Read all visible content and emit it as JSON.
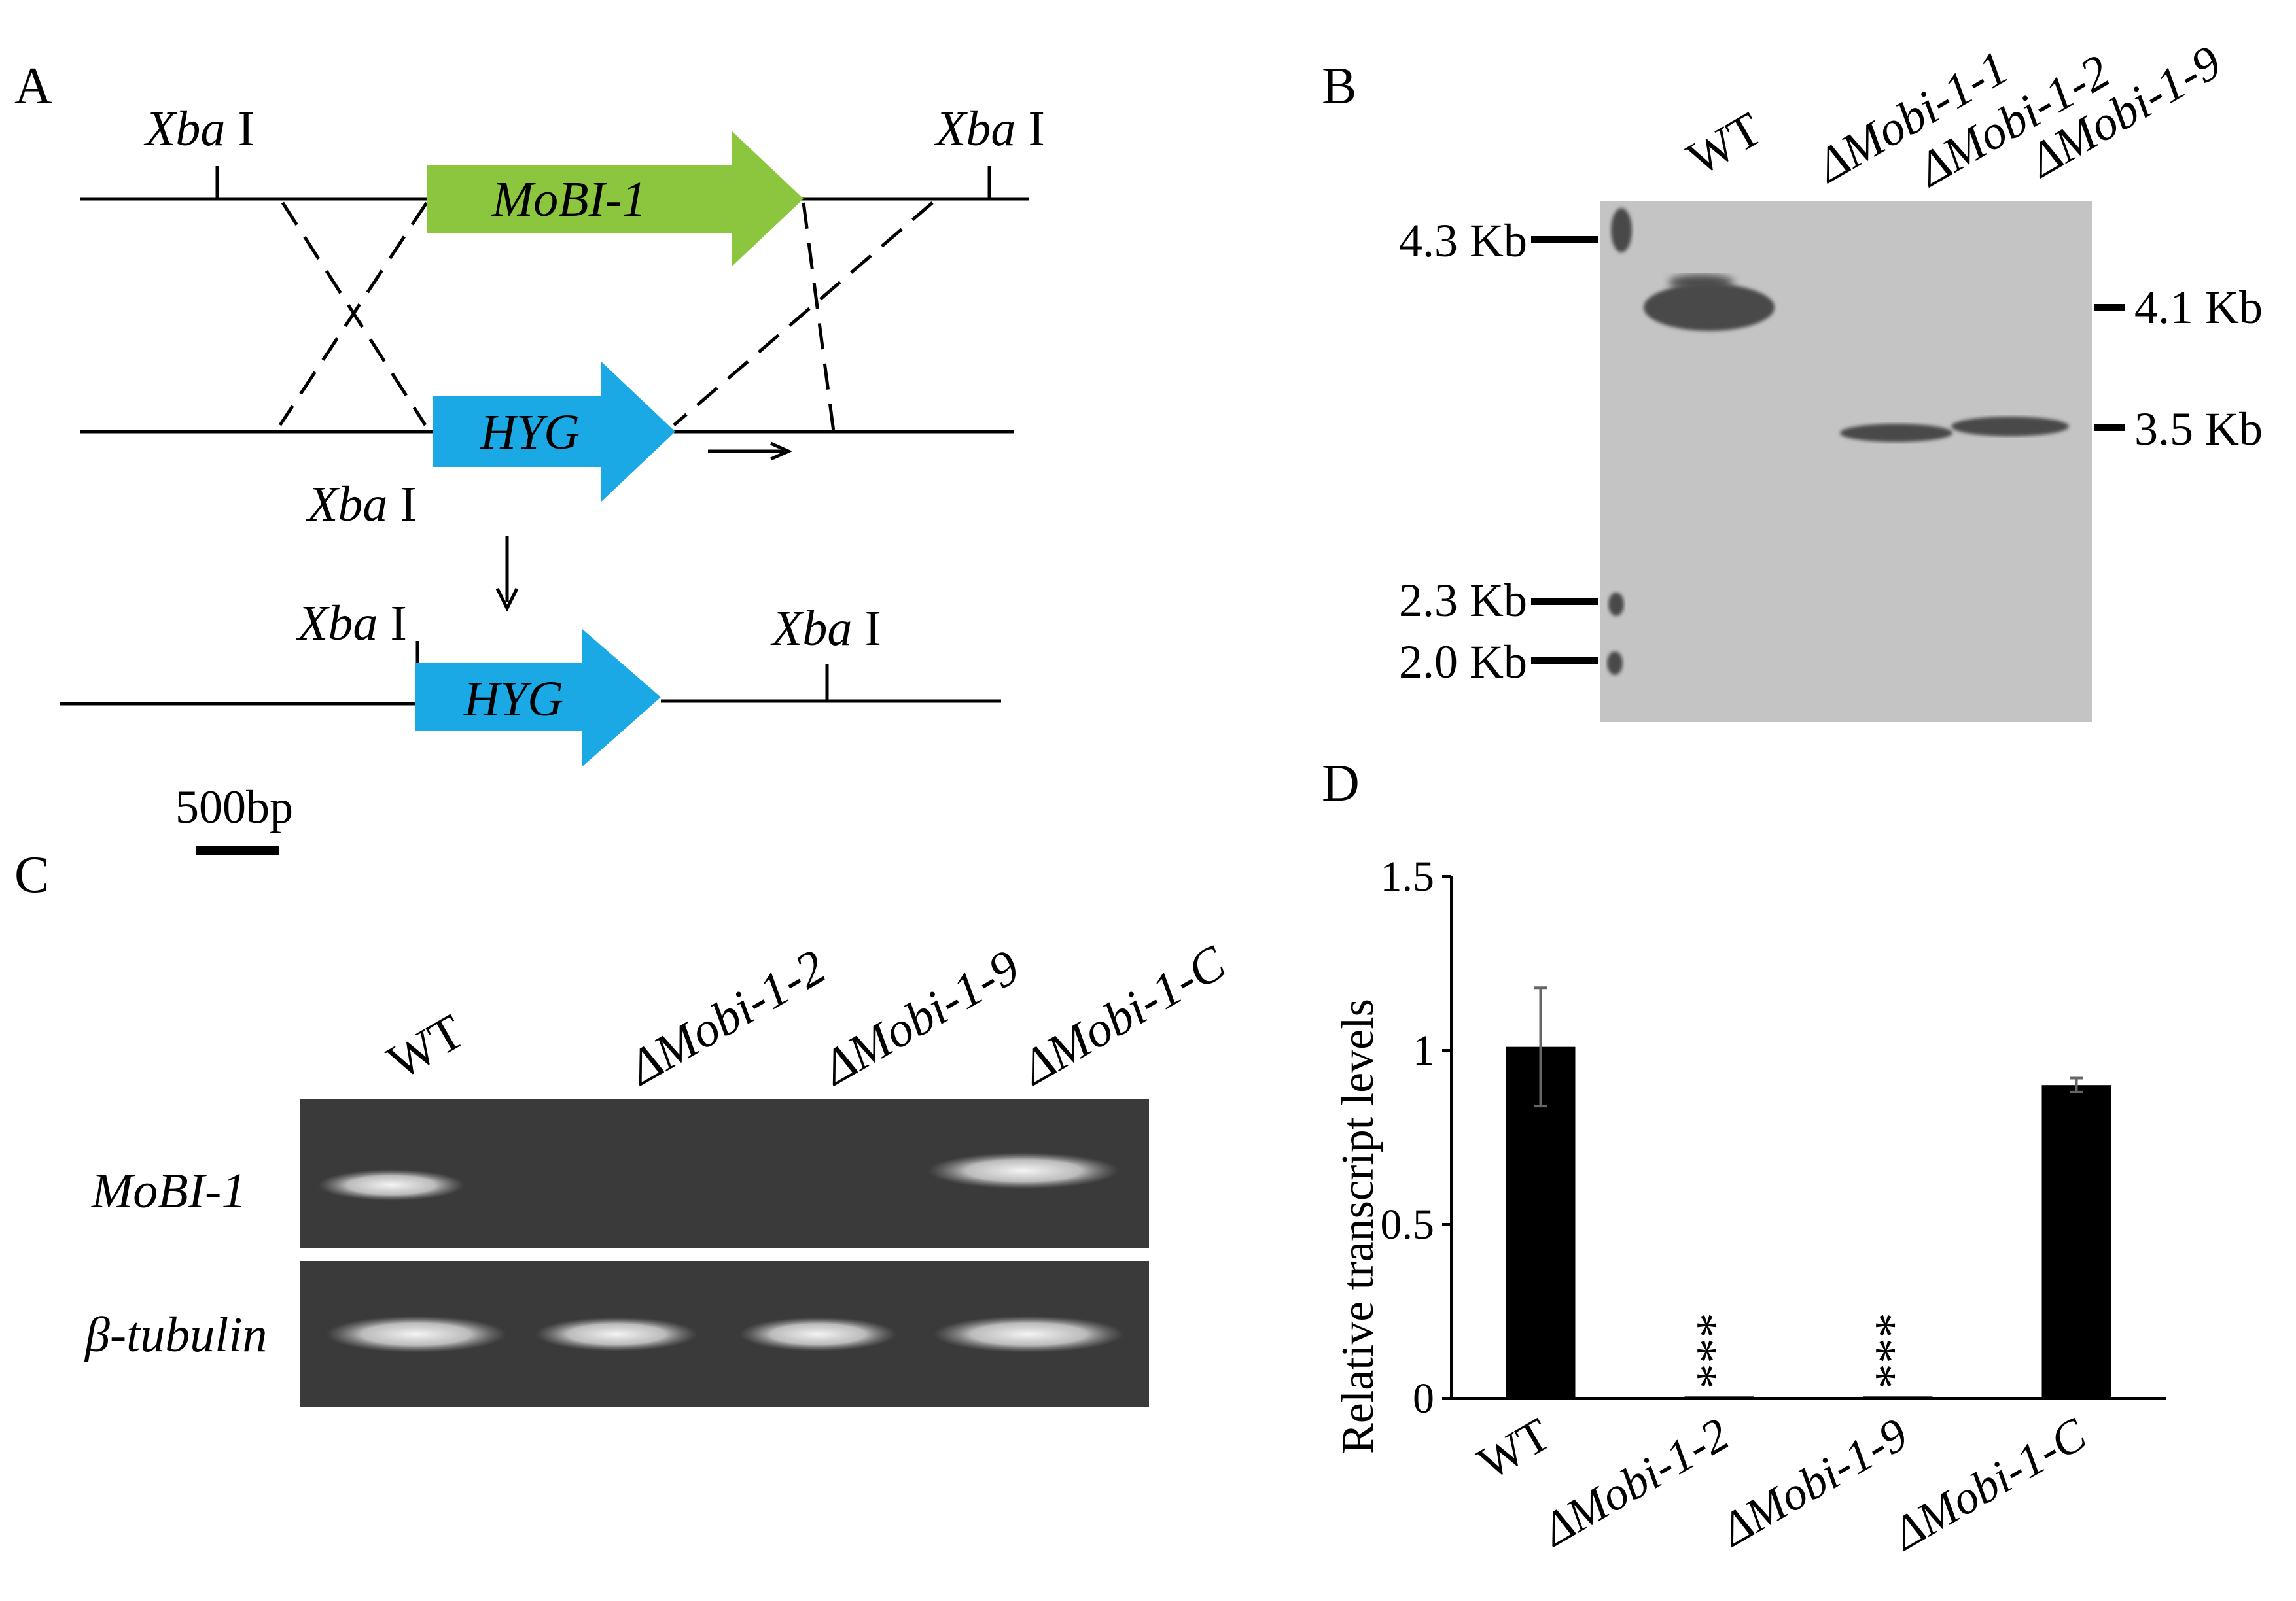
{
  "panels": {
    "a": "A",
    "b": "B",
    "c": "C",
    "d": "D"
  },
  "panel_a": {
    "site_italic": "Xba",
    "site_roman": "I",
    "gene": "MoBI-1",
    "marker": "HYG",
    "scale": "500bp",
    "colors": {
      "gene": "#8cc63f",
      "marker": "#1ba9e6"
    }
  },
  "panel_b": {
    "lanes": [
      "WT",
      "ΔMobi-1-1",
      "ΔMobi-1-2",
      "ΔMobi-1-9"
    ],
    "ladder": [
      "4.3 Kb",
      "2.3 Kb",
      "2.0 Kb"
    ],
    "bands": [
      "4.1 Kb",
      "3.5 Kb"
    ],
    "membrane_color": "#c4c4c4"
  },
  "panel_c": {
    "lanes": [
      "WT",
      "ΔMobi-1-2",
      "ΔMobi-1-9",
      "ΔMobi-1-C"
    ],
    "rows": [
      "MoBI-1",
      "β-tubulin"
    ],
    "gel_color": "#3a3a3a"
  },
  "chart_data": {
    "type": "bar",
    "categories": [
      "WT",
      "ΔMobi-1-2",
      "ΔMobi-1-9",
      "ΔMobi-1-C"
    ],
    "values": [
      1.01,
      0.005,
      0.005,
      0.9
    ],
    "errors": [
      0.17,
      0,
      0,
      0.02
    ],
    "annotations": [
      "",
      "***",
      "***",
      ""
    ],
    "ylabel": "Relative transcript levels",
    "yticks": [
      "0",
      "0.5",
      "1",
      "1.5"
    ],
    "ylim": [
      0,
      1.5
    ],
    "bar_color": "#000000"
  }
}
